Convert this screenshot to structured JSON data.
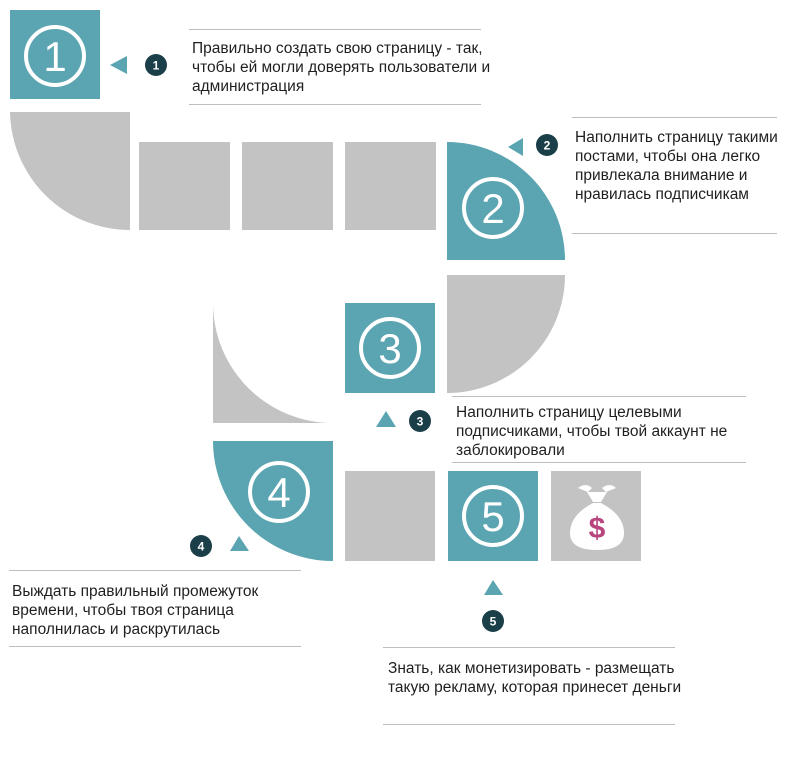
{
  "colors": {
    "teal": "#5aa5b1",
    "gray": "#c3c3c3",
    "badge": "#1b3f48",
    "accent": "#b8457e"
  },
  "steps": [
    {
      "badge": "1",
      "big": "1",
      "text": "Правильно создать свою страницу - так, чтобы ей могли доверять пользователи и администрация"
    },
    {
      "badge": "2",
      "big": "2",
      "text": "Наполнить страницу такими постами, чтобы она легко привлекала внимание и нравилась подписчикам"
    },
    {
      "badge": "3",
      "big": "3",
      "text": "Наполнить страницу целевыми подписчиками, чтобы твой аккаунт не заблокировали"
    },
    {
      "badge": "4",
      "big": "4",
      "text": "Выждать правильный промежуток времени, чтобы твоя страница наполнилась и раскрутилась"
    },
    {
      "badge": "5",
      "big": "5",
      "text": "Знать, как монетизировать - размещать такую рекламу, которая принесет деньги"
    }
  ],
  "money_icon": {
    "name": "money-bag-icon",
    "symbol": "$"
  }
}
